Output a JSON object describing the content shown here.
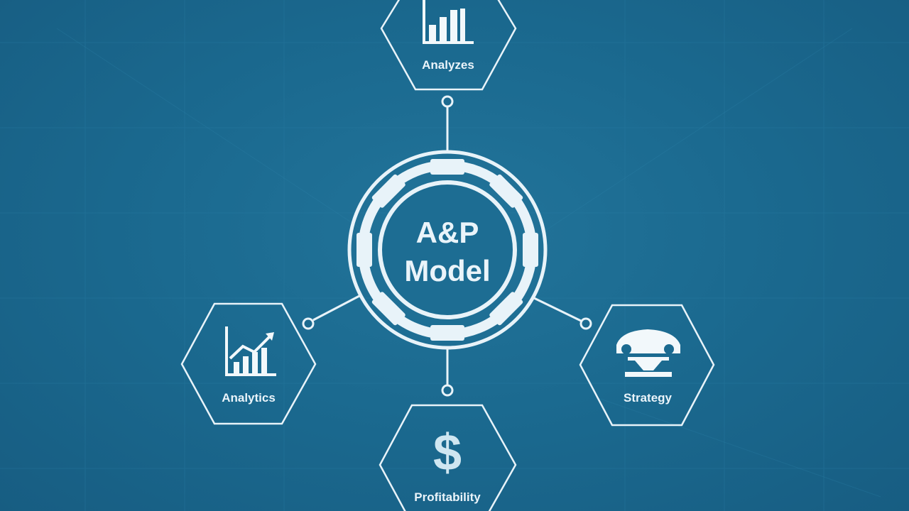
{
  "center": {
    "title_line1": "A&P",
    "title_line2": "Model"
  },
  "nodes": [
    {
      "id": "top",
      "label": "Analyzes",
      "icon": "bar-chart-icon"
    },
    {
      "id": "left",
      "label": "Analytics",
      "icon": "growth-chart-icon"
    },
    {
      "id": "right",
      "label": "Strategy",
      "icon": "car-lift-icon"
    },
    {
      "id": "bottom",
      "label": "Profitability",
      "icon": "dollar-sign-icon"
    }
  ],
  "colors": {
    "background": "#1b6a90",
    "stroke": "#e8f3f9",
    "icon_fill": "#f2f8fb",
    "dollar": "#cfe6f1"
  }
}
